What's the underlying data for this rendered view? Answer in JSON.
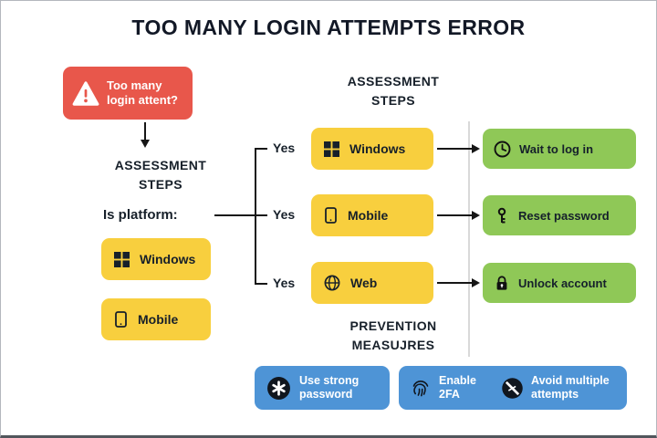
{
  "title": "TOO MANY LOGIN ATTEMPTS ERROR",
  "alert": {
    "label": "Too many login attent?"
  },
  "left_column": {
    "assessment_label": "ASSESSMENT STEPS",
    "question": "Is platform:",
    "platforms": [
      {
        "label": "Windows",
        "icon": "windows-icon"
      },
      {
        "label": "Mobile",
        "icon": "mobile-icon"
      }
    ]
  },
  "center_column": {
    "assessment_label": "ASSESSMENT STEPS",
    "prevention_label": "PREVENTION MEASUJRES",
    "branches": [
      {
        "condition": "Yes",
        "platform": "Windows",
        "platform_icon": "windows-icon",
        "action": "Wait to log in",
        "action_icon": "clock-icon"
      },
      {
        "condition": "Yes",
        "platform": "Mobile",
        "platform_icon": "mobile-icon",
        "action": "Reset password",
        "action_icon": "key-icon"
      },
      {
        "condition": "Yes",
        "platform": "Web",
        "platform_icon": "globe-icon",
        "action": "Unlock account",
        "action_icon": "lock-icon"
      }
    ]
  },
  "prevention": {
    "items": [
      {
        "label": "Use strong password",
        "icon": "asterisk-icon"
      },
      {
        "label": "Enable 2FA",
        "icon": "fingerprint-icon"
      },
      {
        "label": "Avoid multiple attempts",
        "icon": "no-entry-icon"
      }
    ]
  },
  "colors": {
    "alert_red": "#E8574B",
    "platform_yellow": "#F8CF3E",
    "action_green": "#8FC857",
    "prevention_blue": "#4E94D6",
    "text_dark": "#17202A",
    "text_light": "#FFFFFF"
  }
}
